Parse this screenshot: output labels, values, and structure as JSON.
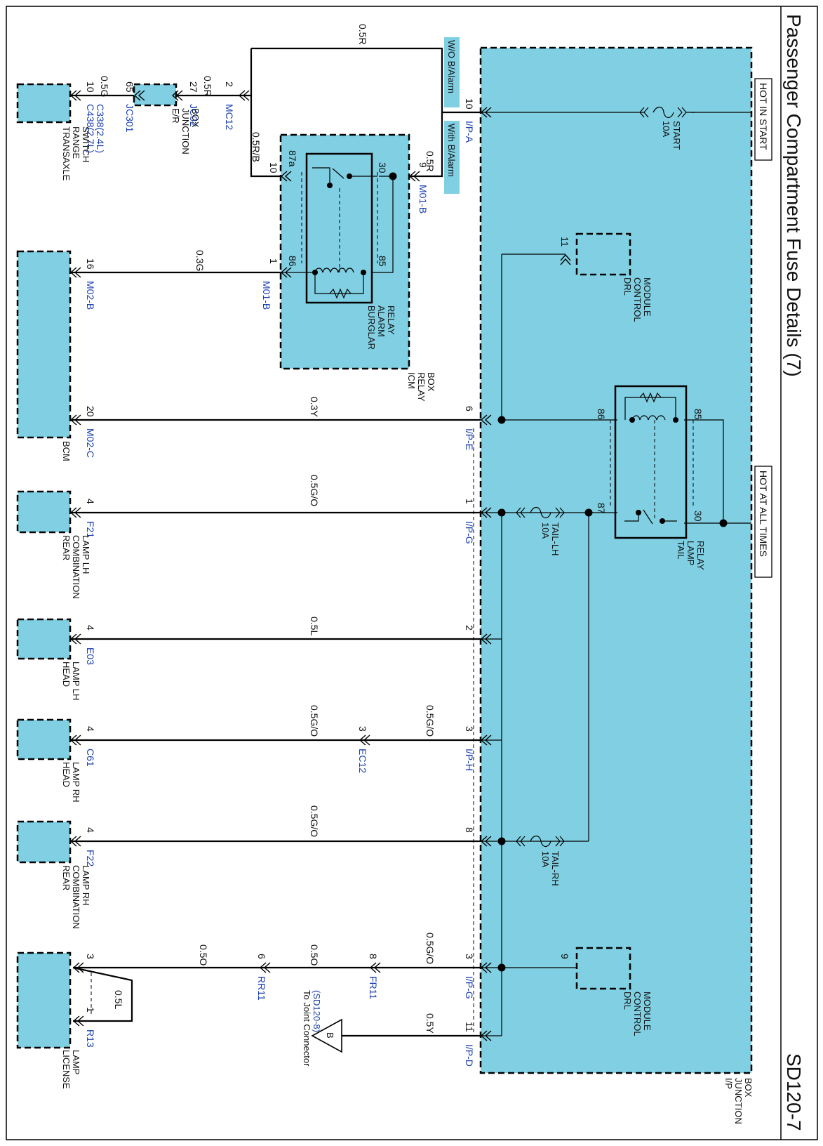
{
  "title": "Passenger Compartment Fuse Details (7)",
  "page_code": "SD120-7",
  "hot_labels": {
    "start": "HOT IN START",
    "always": "HOT AT ALL TIMES"
  },
  "options": {
    "wo": "W/O B/Alarm",
    "with": "With B/Alarm"
  },
  "fuses": {
    "start": {
      "name": "START",
      "rating": "10A"
    },
    "tail_lh": {
      "name": "TAIL-LH",
      "rating": "10A"
    },
    "tail_rh": {
      "name": "TAIL-RH",
      "rating": "10A"
    }
  },
  "components": {
    "ip_box": [
      "I/P",
      "JUNCTION",
      "BOX"
    ],
    "drl1": [
      "DRL",
      "CONTROL",
      "MODULE"
    ],
    "drl2": [
      "DRL",
      "CONTROL",
      "MODULE"
    ],
    "tail_relay": [
      "TAIL",
      "LAMP",
      "RELAY"
    ],
    "burglar": [
      "BURGLAR",
      "ALARM",
      "RELAY"
    ],
    "icm": [
      "ICM",
      "RELAY",
      "BOX"
    ],
    "transaxle": [
      "TRANSAXLE",
      "RANGE",
      "SWITCH"
    ],
    "er_box": [
      "E/R",
      "JUNCTION",
      "BOX"
    ],
    "bcm": "BCM",
    "rear_lh": [
      "REAR",
      "COMBINATION",
      "LAMP LH"
    ],
    "head_lh": [
      "HEAD",
      "LAMP LH"
    ],
    "head_rh": [
      "HEAD",
      "LAMP RH"
    ],
    "rear_rh": [
      "REAR",
      "COMBINATION",
      "LAMP RH"
    ],
    "license": [
      "LICENSE",
      "LAMP"
    ],
    "joint": [
      "To Joint Connector",
      "(SD120-8)"
    ],
    "joint_letter": "B"
  },
  "connectors": {
    "ipa": "I/P-A",
    "ipe": "I/P-E",
    "ipg1": "I/P-G",
    "iph": "I/P-H",
    "ipg2": "I/P-G",
    "ipd": "I/P-D",
    "m01b_top": "M01-B",
    "m01b_bot": "M01-B",
    "m02b": "M02-B",
    "m02c": "M02-C",
    "mc12": "MC12",
    "jc02": "JC02",
    "jc301": "JC301",
    "c338": "C338(2.4L)",
    "c438": "C438(2.7L)",
    "f21": "F21",
    "e03": "E03",
    "c61": "C61",
    "ec12": "EC12",
    "f22": "F22",
    "fr11": "FR11",
    "rr11": "RR11",
    "r13": "R13"
  },
  "pins": {
    "ipa": "10",
    "ipe": "6",
    "ipg1": "1",
    "ip2": "2",
    "iph": "3",
    "ip8": "8",
    "ipg2": "3",
    "ipd": "11",
    "drl1": "11",
    "drl2": "9",
    "tr86": "86",
    "tr85": "85",
    "tr87": "87",
    "tr30": "30",
    "br87a": "87a",
    "br30": "30",
    "br86": "86",
    "br85": "85",
    "m01b9": "9",
    "m01b10": "10",
    "m01b1": "1",
    "mc12": "2",
    "jc02": "27",
    "jc301": "65",
    "trans": "10",
    "m02b": "16",
    "m02c": "20",
    "f21": "4",
    "e03": "4",
    "c61": "4",
    "ec12": "3",
    "f22": "4",
    "fr11": "8",
    "rr11": "6",
    "r13_3": "3",
    "r13_1": "1"
  },
  "wires": {
    "top_r": "0.5R",
    "mc12_r": "0.5R",
    "trans_g": "0.5G",
    "rb": "0.5R/B",
    "m01b_r": "0.5R",
    "g03": "0.3G",
    "y03": "0.3Y",
    "go1": "0.5G/O",
    "l05": "0.5L",
    "go_ec12_in": "0.5G/O",
    "go_ec12_out": "0.5G/O",
    "go_rh": "0.5G/O",
    "go_fr11": "0.5G/O",
    "o_mid": "0.5O",
    "o_rr11": "0.5O",
    "l_lic": "0.5L",
    "y05": "0.5Y"
  }
}
